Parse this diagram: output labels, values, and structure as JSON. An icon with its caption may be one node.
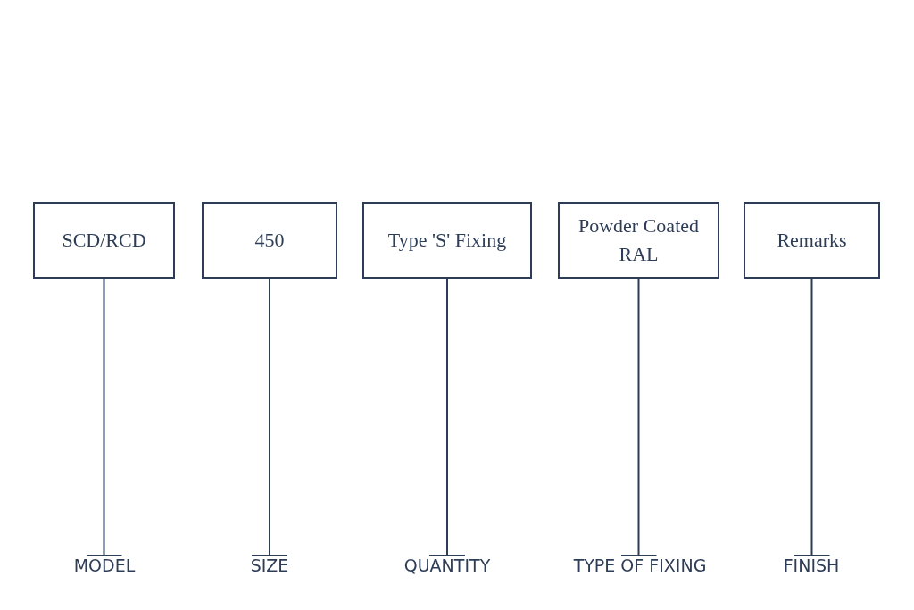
{
  "diagram": {
    "nodes": [
      {
        "text": [
          "SCD/RCD"
        ]
      },
      {
        "text": [
          "450"
        ]
      },
      {
        "text": [
          "Type 'S' Fixing"
        ]
      },
      {
        "text": [
          "Powder Coated RAL"
        ]
      },
      {
        "text": [
          "Remarks"
        ]
      },
      {
        "text": [
          "MODEL"
        ]
      },
      {
        "text": [
          "SIZE"
        ]
      },
      {
        "text": [
          "QUANTITY"
        ]
      },
      {
        "text": [
          "TYPE OF FIXING"
        ]
      },
      {
        "text": [
          "FINISH"
        ]
      }
    ],
    "edges": [
      {
        "from": 0,
        "to": 5,
        "arrow": "other"
      },
      {
        "from": 1,
        "to": 6,
        "arrow": "other"
      },
      {
        "from": 2,
        "to": 7,
        "arrow": "other"
      },
      {
        "from": 3,
        "to": 8,
        "arrow": "other"
      },
      {
        "from": 4,
        "to": 9,
        "arrow": "other"
      }
    ]
  }
}
